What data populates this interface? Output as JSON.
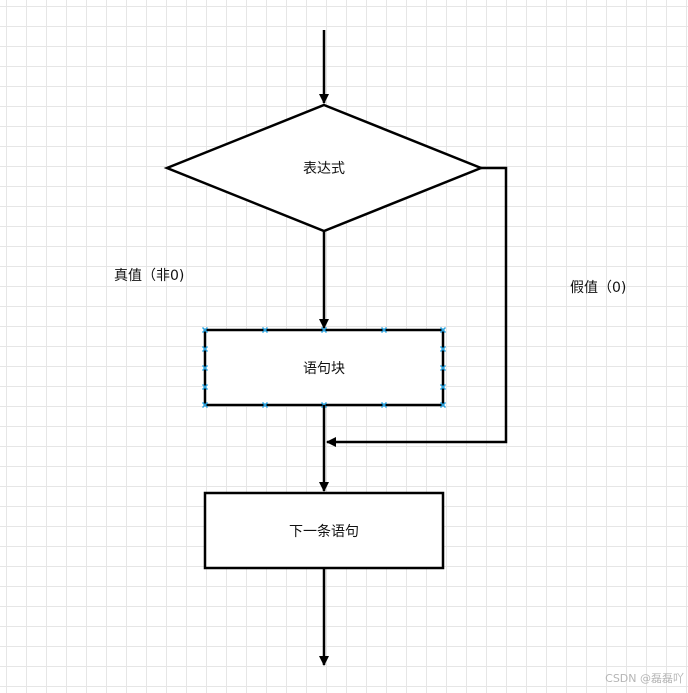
{
  "diagram": {
    "nodes": {
      "condition": {
        "text": "表达式",
        "shape": "diamond"
      },
      "block": {
        "text": "语句块",
        "shape": "rect",
        "selected": true
      },
      "next": {
        "text": "下一条语句",
        "shape": "rect"
      }
    },
    "edge_labels": {
      "true_branch": "真值（非0)",
      "false_branch": "假值（0)"
    },
    "colors": {
      "stroke": "#000000",
      "selection_handle": "#29a3e0",
      "grid": "#e6e6e6"
    }
  },
  "watermark": "CSDN @磊磊吖"
}
